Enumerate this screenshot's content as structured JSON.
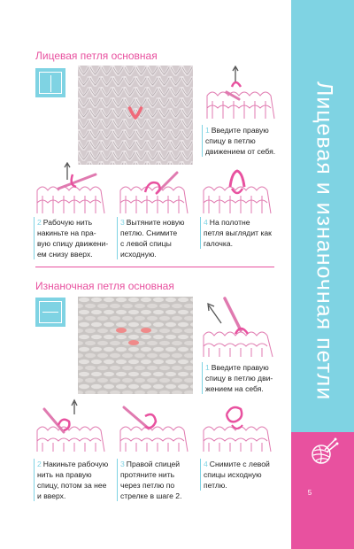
{
  "side_band": {
    "title": "Лицевая и изнаночная петли",
    "page_number": "5",
    "color_top": "#7fd3e3",
    "color_bottom": "#e8519f",
    "icon": "yarn-ball-icon"
  },
  "knit_section": {
    "title": "Лицевая петля основная",
    "steps": [
      {
        "number": "1",
        "lines": [
          "Введите правую",
          "спицу в петлю",
          "движением от себя."
        ]
      },
      {
        "number": "2",
        "lines": [
          "Рабочую нить",
          "накиньте на пра-",
          "вую спицу движени-",
          "ем снизу вверх."
        ]
      },
      {
        "number": "3",
        "lines": [
          "Вытяните новую",
          "петлю. Снимите",
          "с левой спицы",
          "исходную."
        ]
      },
      {
        "number": "4",
        "lines": [
          "На полотне",
          "петля выглядит как",
          "галочка."
        ]
      }
    ]
  },
  "purl_section": {
    "title": "Изнаночная петля основная",
    "steps": [
      {
        "number": "1",
        "lines": [
          "Введите правую",
          "спицу в петлю дви-",
          "жением на себя."
        ]
      },
      {
        "number": "2",
        "lines": [
          "Накиньте рабочую",
          "нить на правую",
          "спицу, потом за нее",
          "и вверх."
        ]
      },
      {
        "number": "3",
        "lines": [
          "Правой спицей",
          "протяните нить",
          "через петлю по",
          "стрелке в шаге 2."
        ]
      },
      {
        "number": "4",
        "lines": [
          "Снимите с левой",
          "спицы исходную",
          "петлю."
        ]
      }
    ]
  },
  "colors": {
    "accent_pink": "#e8519f",
    "accent_cyan": "#7fd3e3",
    "diagram_line": "#e07ab0"
  }
}
